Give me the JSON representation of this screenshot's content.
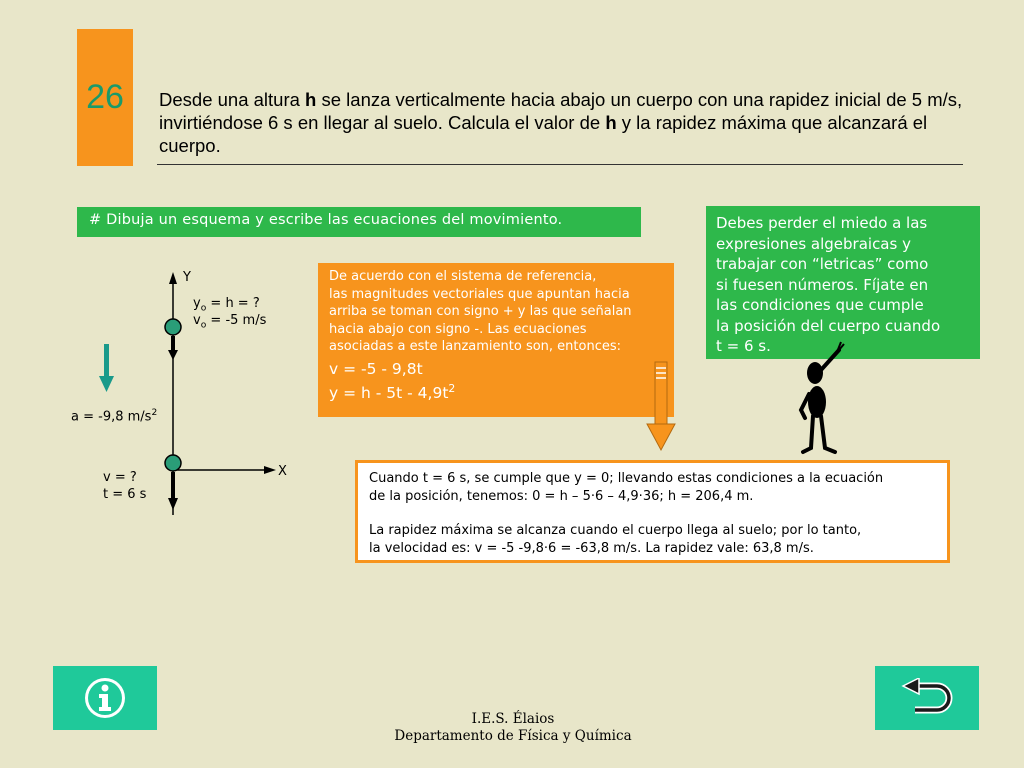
{
  "slide": {
    "number": "26",
    "problem": {
      "p1": "Desde una altura ",
      "b1": "h",
      "p2": " se lanza verticalmente hacia abajo un cuerpo con una rapidez inicial de 5 m/s, invirtiéndose 6 s en llegar al suelo. Calcula el valor de ",
      "b2": "h",
      "p3": " y la rapidez máxima que alcanzará el cuerpo."
    }
  },
  "instruction": "# Dibuja un esquema y escribe las ecuaciones del movimiento.",
  "advice": {
    "lines": [
      "Debes perder el miedo a las",
      "expresiones algebraicas y",
      "trabajar con “letricas” como",
      "si fuesen números. Fíjate en",
      "las condiciones que cumple",
      "la posición del cuerpo cuando",
      "t = 6 s."
    ]
  },
  "explanation": {
    "lines": [
      "De acuerdo con el sistema de referencia,",
      "las magnitudes vectoriales que apuntan hacia",
      "arriba se toman con signo + y las que señalan",
      "hacia abajo con signo -. Las ecuaciones",
      "asociadas a este lanzamiento son, entonces:"
    ],
    "eq1": "v = -5 - 9,8t",
    "eq2_base": "y = h - 5t - 4,9t",
    "eq2_exp": "2"
  },
  "diagram": {
    "axis_y": "Y",
    "axis_x": "X",
    "yo_label": "y",
    "yo_sub": "o",
    "yo_rest": " = h = ?",
    "vo_label": "v",
    "vo_sub": "o",
    "vo_rest": " = -5 m/s",
    "accel_base": "a = -9,8 m/s",
    "accel_exp": "2",
    "v_final": "v = ?",
    "t_final": "t = 6 s"
  },
  "result": {
    "line1": "Cuando t = 6 s, se cumple que y = 0; llevando estas condiciones a la ecuación",
    "line2": "de la posición, tenemos: 0 = h – 5·6 – 4,9·36; h = 206,4 m.",
    "line3": "La rapidez máxima se alcanza cuando el cuerpo llega al suelo; por lo tanto,",
    "line4": "la velocidad es: v = -5 -9,8·6 = -63,8 m/s. La rapidez vale: 63,8 m/s."
  },
  "footer": {
    "school": "I.E.S. Élaios",
    "department": "Departamento de Física y Química"
  },
  "icons": {
    "info": "info-icon",
    "back": "return-arrow-icon"
  },
  "colors": {
    "orange": "#f7941d",
    "green": "#2eb84b",
    "teal": "#1fc99a",
    "background": "#e8e6c9"
  }
}
